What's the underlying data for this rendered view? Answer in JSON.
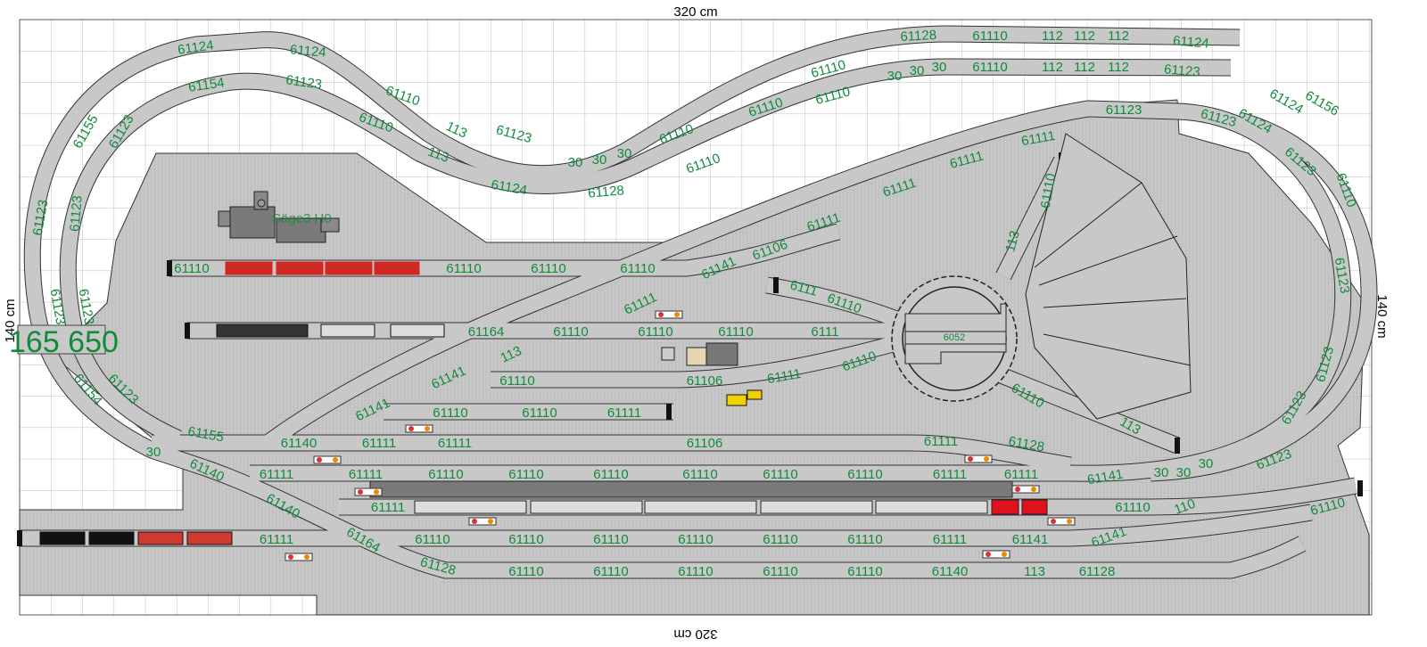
{
  "dimensions": {
    "top": "320 cm",
    "bottom": "320 cm",
    "left": "140 cm",
    "right": "140 cm"
  },
  "big_label": "165 650",
  "turntable_label": "6052",
  "sawmill_label": "Säge3 H0",
  "colors": {
    "track": "#c8c8c8",
    "board": "#c4c4c4",
    "label": "#118a3c",
    "grid": "#bdbdbd",
    "train_red": "#e0201c",
    "platform": "#7a7a7a"
  },
  "track_labels": [
    "61124",
    "61124",
    "61128",
    "61110",
    "112",
    "112",
    "112",
    "61124",
    "61154",
    "61123",
    "61110",
    "61110",
    "113",
    "113",
    "61123",
    "30",
    "30",
    "30",
    "61124",
    "61128",
    "61110",
    "61110",
    "61110",
    "61110",
    "61110",
    "30",
    "30",
    "30",
    "61110",
    "112",
    "112",
    "112",
    "61123",
    "61155",
    "61123",
    "61123",
    "61123",
    "61123",
    "61123",
    "61154",
    "61123",
    "61155",
    "30",
    "61140",
    "61140",
    "61164",
    "61128",
    "61123",
    "61123",
    "61111",
    "61111",
    "61111",
    "61111",
    "61106",
    "61141",
    "61111",
    "113",
    "61141",
    "61141",
    "61140",
    "61111",
    "61111",
    "61106",
    "61111",
    "61128",
    "61141",
    "30",
    "30",
    "30",
    "61123",
    "61123",
    "61123",
    "61156",
    "61123",
    "61123",
    "61124",
    "61124",
    "61110",
    "113",
    "61110",
    "61110",
    "61110",
    "61110",
    "113",
    "6111",
    "61110",
    "61110",
    "61110",
    "61110",
    "61164",
    "61110",
    "61110",
    "61110",
    "6111",
    "61110",
    "61106",
    "61111",
    "61110",
    "61110",
    "61111",
    "61111",
    "61111",
    "61110",
    "61110",
    "61110",
    "61110",
    "61110",
    "61110",
    "61111",
    "61111",
    "61111",
    "61110",
    "61111",
    "61110",
    "61110",
    "61110",
    "61110",
    "61110",
    "61110",
    "61111",
    "61141",
    "61141",
    "110",
    "61110",
    "61110",
    "61110",
    "61110",
    "61110",
    "61110",
    "61140",
    "113",
    "61128"
  ]
}
